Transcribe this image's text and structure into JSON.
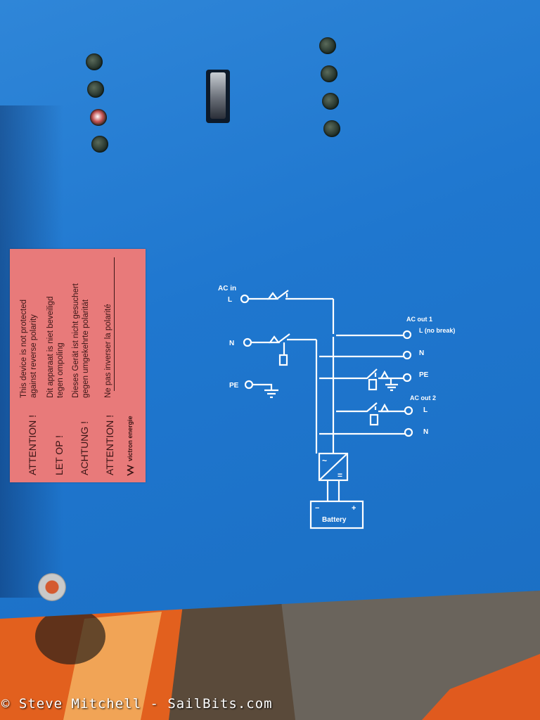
{
  "photo": {
    "panel_color": "#1f77cf",
    "label_color": "#e87a7a"
  },
  "warning_label": {
    "line1_head": "ATTENTION !",
    "line1_a": "This device is not protected",
    "line1_b": "against reverse polarity",
    "line2_head": "LET OP !",
    "line2_a": "Dit apparaat is niet beveiligd",
    "line2_b": "tegen ompoling",
    "line3_head": "ACHTUNG !",
    "line3_a": "Dieses Gerät ist nicht gesuchert",
    "line3_b": "gegen umgekehrte polarität",
    "line4_head": "ATTENTION !",
    "line4_a": "Ne pas inverser la polarité",
    "brand": "victron energie",
    "brand_logo": "victron-logo-icon"
  },
  "diagram": {
    "ac_in": "AC in",
    "in_l": "L",
    "in_n": "N",
    "pe": "PE",
    "ac_out1": "AC out 1",
    "out1_l": "L (no break)",
    "out1_n": "N",
    "out1_pe": "PE",
    "ac_out2": "AC out 2",
    "out2_l": "L",
    "out2_n": "N",
    "inverter_ac": "~",
    "inverter_dc": "=",
    "battery": "Battery",
    "battery_minus": "−",
    "battery_plus": "+"
  },
  "watermark": {
    "text": "© Steve Mitchell - SailBits.com"
  }
}
